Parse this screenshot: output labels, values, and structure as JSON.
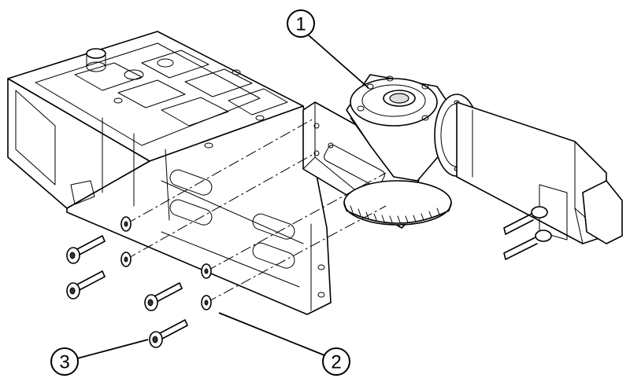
{
  "diagram": {
    "type": "exploded-assembly-drawing",
    "callouts": [
      {
        "label": "1"
      },
      {
        "label": "2"
      },
      {
        "label": "3"
      }
    ]
  },
  "colors": {
    "line": "#000000",
    "background": "#ffffff",
    "shade": "#dcdcdc"
  }
}
